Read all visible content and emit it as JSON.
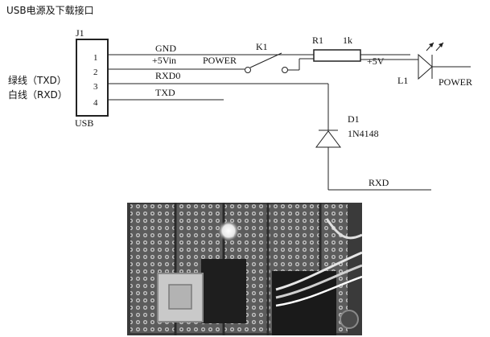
{
  "title": "USB电源及下载接口",
  "connector": {
    "designator": "J1",
    "name": "USB",
    "pins": [
      "1",
      "2",
      "3",
      "4"
    ]
  },
  "wire_color_labels": {
    "green": "绿线（TXD）",
    "white": "白线（RXD）"
  },
  "nets": {
    "gnd": "GND",
    "vin": "+5Vin",
    "rxd0": "RXD0",
    "txd": "TXD",
    "v5": "+5V",
    "rxd": "RXD"
  },
  "switch": {
    "designator": "K1",
    "label": "POWER"
  },
  "resistor": {
    "designator": "R1",
    "value": "1k"
  },
  "led": {
    "designator": "L1",
    "label": "POWER"
  },
  "diode": {
    "designator": "D1",
    "part": "1N4148"
  },
  "colors": {
    "ink": "#222222",
    "photo_bg": "#2a2a2a",
    "board": "#6e6e6e",
    "led_glow": "#f2f2f2"
  }
}
